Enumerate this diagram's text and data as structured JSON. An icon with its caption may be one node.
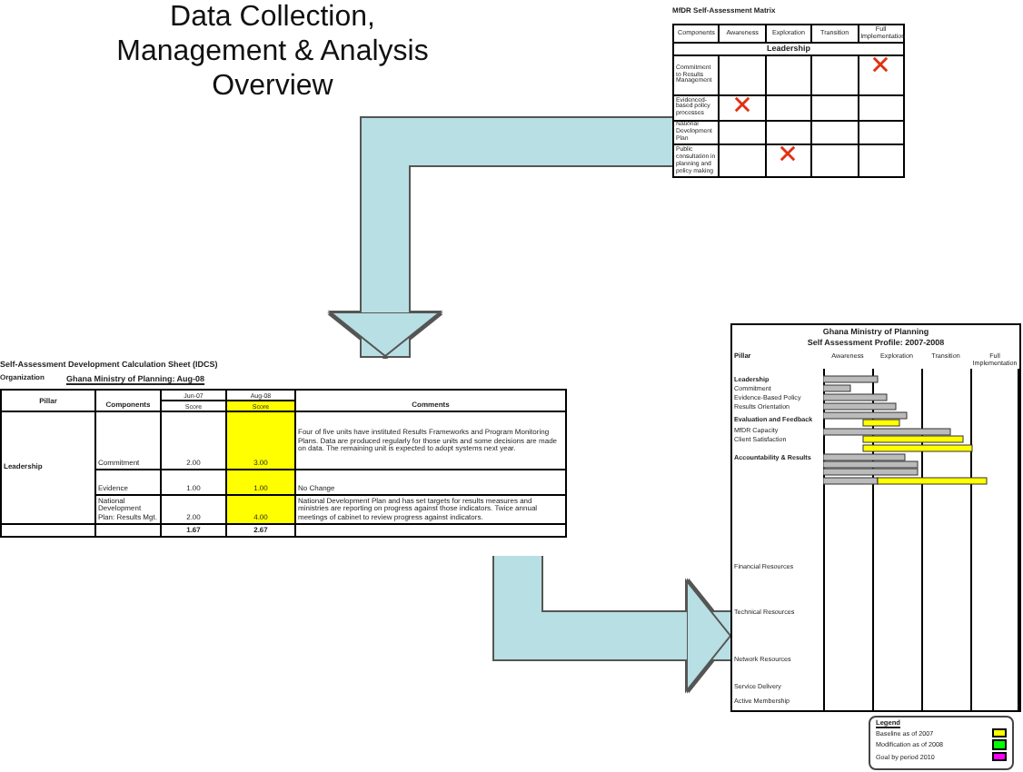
{
  "diagram": {
    "title": "Data Collection, Management & Analysis Overview",
    "nodes": [
      {
        "text": [
          "MfDR Self-Assessment Matrix",
          "Components",
          "Awareness",
          "Exploration",
          "Transition",
          "Full Implementation",
          "Leadership",
          "Commitment to Results Management",
          "Evidenced-based policy processes",
          "National Development Plan",
          "Public consultation in planning and policy making"
        ]
      },
      {
        "text": [
          "Self-Assessment Development Calculation Sheet (IDCS)",
          "Organization",
          "Ghana Ministry of Planning: Aug-08",
          "Pillar",
          "Components",
          "Jun-07",
          "Aug-08",
          "Score",
          "Score",
          "Comments",
          "Leadership",
          "Commitment",
          "2.00",
          "3.00",
          "Four of five units have instituted Results Frameworks and Program Monitoring Plans. Data are produced regularly for those units and some decisions are made on data. The remaining unit is expected to adopt systems next year.",
          "Evidence",
          "1.00",
          "1.00",
          "No Change",
          "National Development Plan: Results Mgt.",
          "2.00",
          "4.00",
          "National Development Plan and has set targets for results measures and ministries are reporting on progress against those indicators. Twice annual meetings of cabinet to review progress against indicators.",
          "1.67",
          "2.67"
        ]
      },
      {
        "text": [
          "Ghana Ministry of Planning",
          "Self Assessment Profile: 2007-2008",
          "Pillar",
          "Awareness",
          "Exploration",
          "Transition",
          "Full Implementation",
          "Leadership",
          "Commitment",
          "Evidence-Based Policy",
          "Results Orientation",
          "Evaluation and Feedback",
          "MfDR Capacity",
          "Client Satisfaction",
          "Accountability & Results",
          "Financial Resources",
          "Technical Resources",
          "Network Resources",
          "Service Delivery",
          "Active Membership"
        ]
      }
    ],
    "edges": [
      {
        "from": 0,
        "to": 1,
        "arrow": "to"
      },
      {
        "from": 1,
        "to": 2,
        "arrow": "to"
      }
    ],
    "labels": [
      "Legend"
    ],
    "legend": [
      {
        "text": "Baseline as of 2007",
        "color": "#ffff00"
      },
      {
        "text": "Modification as of 2008",
        "color": "#00ff00"
      },
      {
        "text": "Goal by period 2010",
        "color": "#ff00ff"
      }
    ]
  }
}
